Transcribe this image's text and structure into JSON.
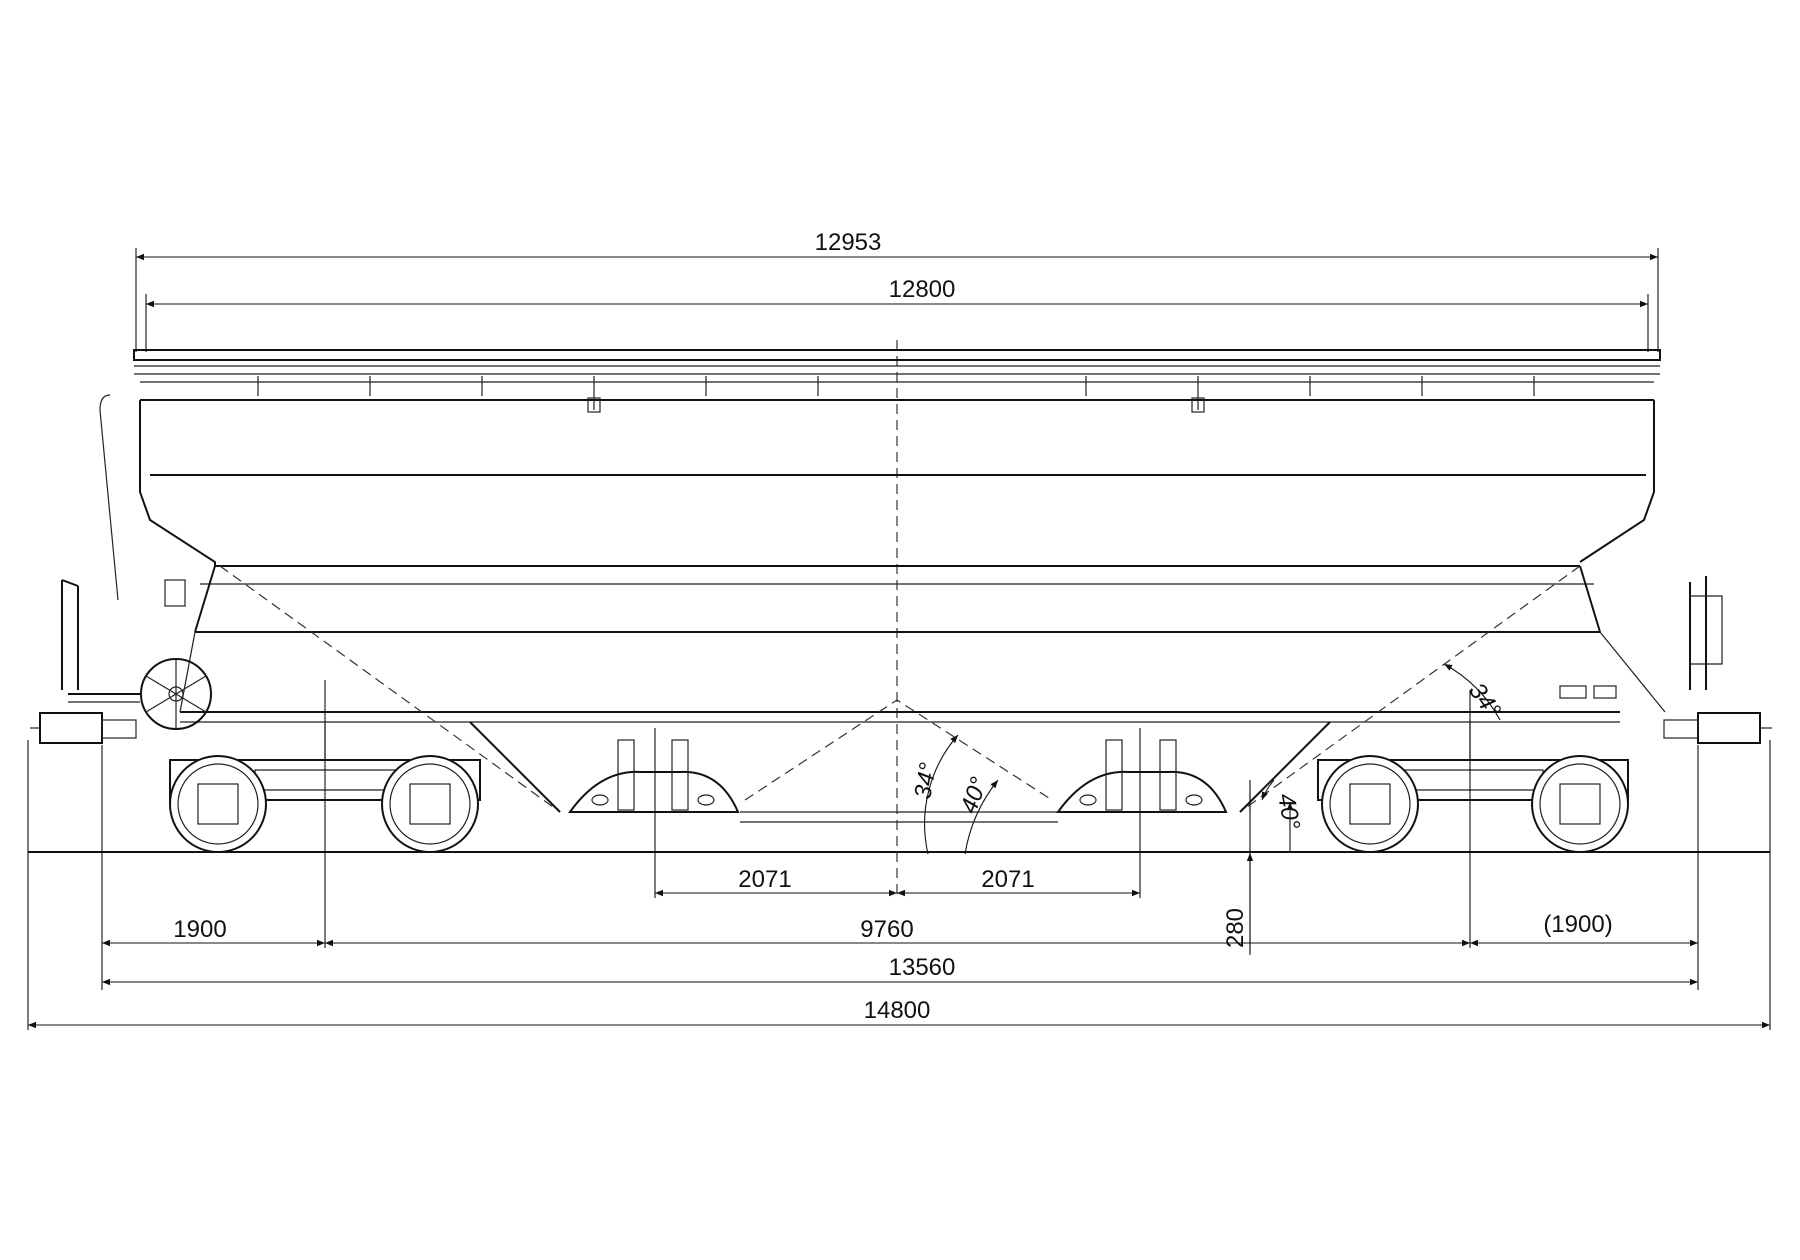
{
  "dimensions": {
    "over_roof_length": "12953",
    "body_length": "12800",
    "bogie_center_distance": "9760",
    "bogie_offset_left": "1900",
    "bogie_offset_right": "(1900)",
    "length_over_buffers": "13560",
    "overall_length": "14800",
    "outlet_offset_left": "2071",
    "outlet_offset_right": "2071",
    "outlet_height": "280"
  },
  "angles": {
    "slope_center_left": "34°",
    "slope_center_right": "40°",
    "slope_end_upper": "34°",
    "slope_end_lower": "40°"
  },
  "colors": {
    "line": "#111111",
    "background": "#ffffff"
  }
}
